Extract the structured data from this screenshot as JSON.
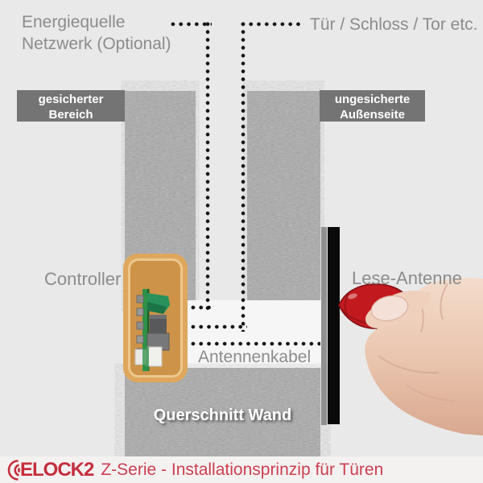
{
  "diagram": {
    "source_label": {
      "line1": "Energiequelle",
      "line2": "Netzwerk (Optional)"
    },
    "door_label": "Tür / Schloss / Tor etc.",
    "secured_label": {
      "line1": "gesicherter",
      "line2": "Bereich"
    },
    "unsecured_label": {
      "line1": "ungesicherte",
      "line2": "Außenseite"
    },
    "controller_label": "Controller",
    "antenna_label": "Lese-Antenne",
    "cable_label": "Antennenkabel",
    "wall_label": "Querschnitt Wand"
  },
  "footer": {
    "brand": "ELOCK2",
    "subtitle": "Z-Serie - Installationsprinzip für Türen"
  },
  "colors": {
    "background": "#e9e9e9",
    "wall_gray": "#a9a9a9",
    "label_bg": "#747474",
    "diagram_text": "#8c8c8c",
    "dotted_line": "#161616",
    "controller_box_orange": "#dfa75d",
    "antenna_black": "#0a0a0a",
    "antenna_mount_gray": "#909090",
    "transponder_red": "#c2191f",
    "brand_red": "#c42e3c",
    "subtitle_red": "#cb4050",
    "footer_bg": "#f4f1f1"
  }
}
